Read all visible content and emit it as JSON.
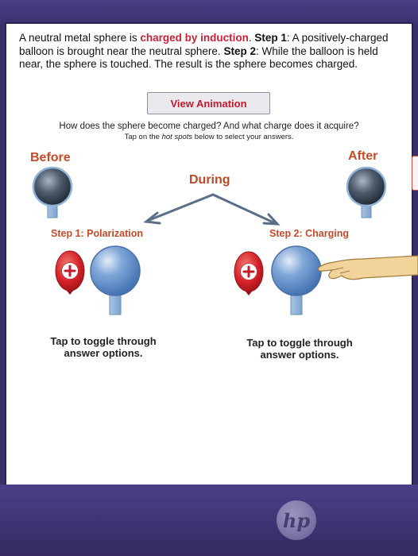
{
  "intro": {
    "t1": "A neutral metal sphere is ",
    "t2": "charged by induction",
    "t3": ".  ",
    "t4": "Step 1",
    "t5": ": A positively-charged balloon is brought near the neutral sphere.  ",
    "t6": "Step 2",
    "t7": ": While the balloon is held near, the sphere is touched.  The result is the sphere becomes charged."
  },
  "view_animation_label": "View Animation",
  "question": "How does the sphere become charged? And what charge does it acquire?",
  "instruction": {
    "prefix": "Tap on the ",
    "emph": "hot spots",
    "suffix": " below to select your answers."
  },
  "labels": {
    "before": "Before",
    "during": "During",
    "after": "After",
    "step1": "Step 1: Polarization",
    "step2": "Step 2: Charging"
  },
  "balloon_sign": "+",
  "toggle": {
    "left_line1": "Tap to toggle through",
    "left_line2": "answer options.",
    "right_line1": "Tap to toggle through",
    "right_line2": "answer options."
  },
  "colors": {
    "accent_red": "#c11b2e",
    "label_orange": "#c64a28",
    "sphere_blue": "#5b86c4",
    "stand_blue": "#8fb3d9",
    "balloon_red": "#d6232a",
    "hand_skin": "#f2d39a",
    "bezel_purple": "#3d3170"
  },
  "icons": [
    "sphere-icon",
    "balloon-icon",
    "hand-icon",
    "arrow-icon",
    "hp-logo"
  ],
  "logo_text": "hp"
}
